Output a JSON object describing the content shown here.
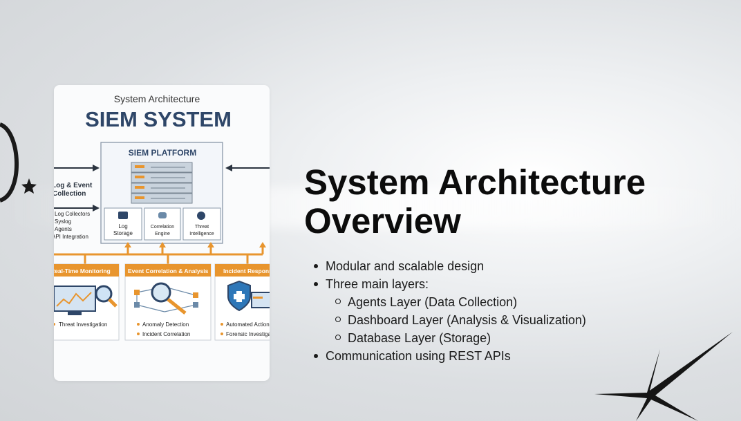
{
  "slide": {
    "title": "System Architecture Overview",
    "bullets": [
      "Modular and scalable design",
      "Three main layers:",
      "Communication using REST APIs"
    ],
    "sub_bullets": [
      "Agents Layer (Data Collection)",
      "Dashboard Layer (Analysis & Visualization)",
      "Database Layer (Storage)"
    ]
  },
  "diagram": {
    "kicker": "System Architecture",
    "title": "SIEM SYSTEM",
    "platform": "SIEM PLATFORM",
    "log_event": [
      "Log & Event",
      "Collection"
    ],
    "sources": [
      "Log Collectors",
      "Syslog",
      "Agents",
      "API Integration"
    ],
    "modules": [
      [
        "Log",
        "Storage"
      ],
      [
        "Correlation",
        "Engine"
      ],
      [
        "Threat",
        "Intelligence"
      ]
    ],
    "panels": [
      {
        "title": "Real-Time Monitoring",
        "items": [
          "Threat Investigation"
        ]
      },
      {
        "title": "Event Correlation & Analysis",
        "items": [
          "Anomaly Detection",
          "Incident Correlation"
        ]
      },
      {
        "title": "Incident Response",
        "items": [
          "Automated Actions",
          "Forensic Investigation"
        ]
      }
    ]
  },
  "colors": {
    "navy": "#2e4668",
    "orange": "#e8952e",
    "text": "#0c0c0c"
  }
}
